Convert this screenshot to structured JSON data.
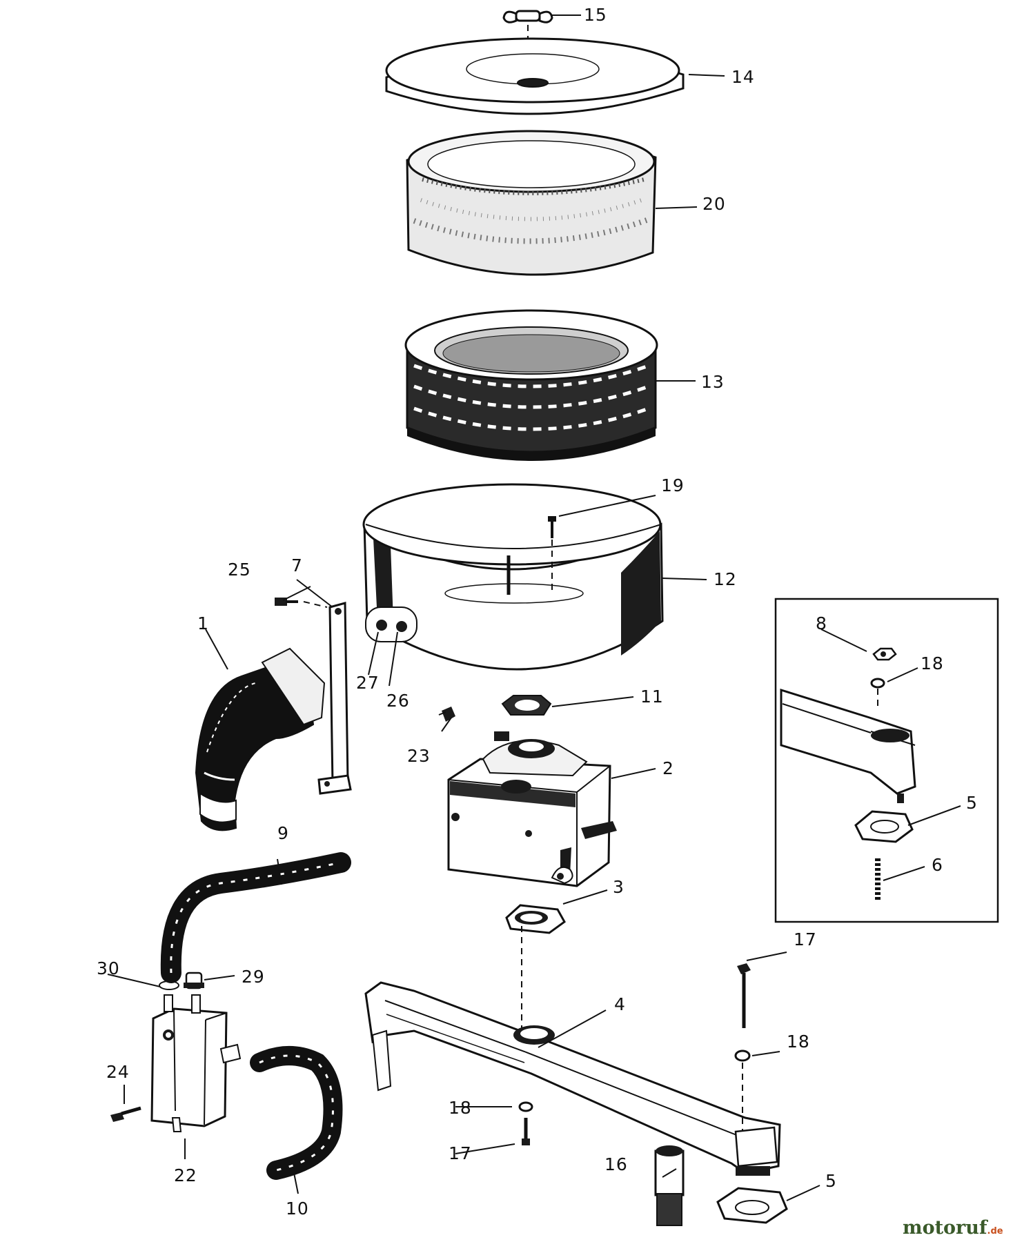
{
  "callouts": {
    "c1": "1",
    "c2": "2",
    "c3": "3",
    "c4": "4",
    "c5a": "5",
    "c5b": "5",
    "c6": "6",
    "c7": "7",
    "c8": "8",
    "c9": "9",
    "c10": "10",
    "c11": "11",
    "c12": "12",
    "c13": "13",
    "c14": "14",
    "c15": "15",
    "c16": "16",
    "c17a": "17",
    "c17b": "17",
    "c18a": "18",
    "c18b": "18",
    "c18c": "18",
    "c19": "19",
    "c20": "20",
    "c22": "22",
    "c23": "23",
    "c24": "24",
    "c25": "25",
    "c26": "26",
    "c27": "27",
    "c29": "29",
    "c30": "30"
  },
  "watermark": {
    "brand": "motoruf",
    "suffix": ".de",
    "color_primary": "#3a5a2a",
    "color_accent": "#c8501e"
  }
}
